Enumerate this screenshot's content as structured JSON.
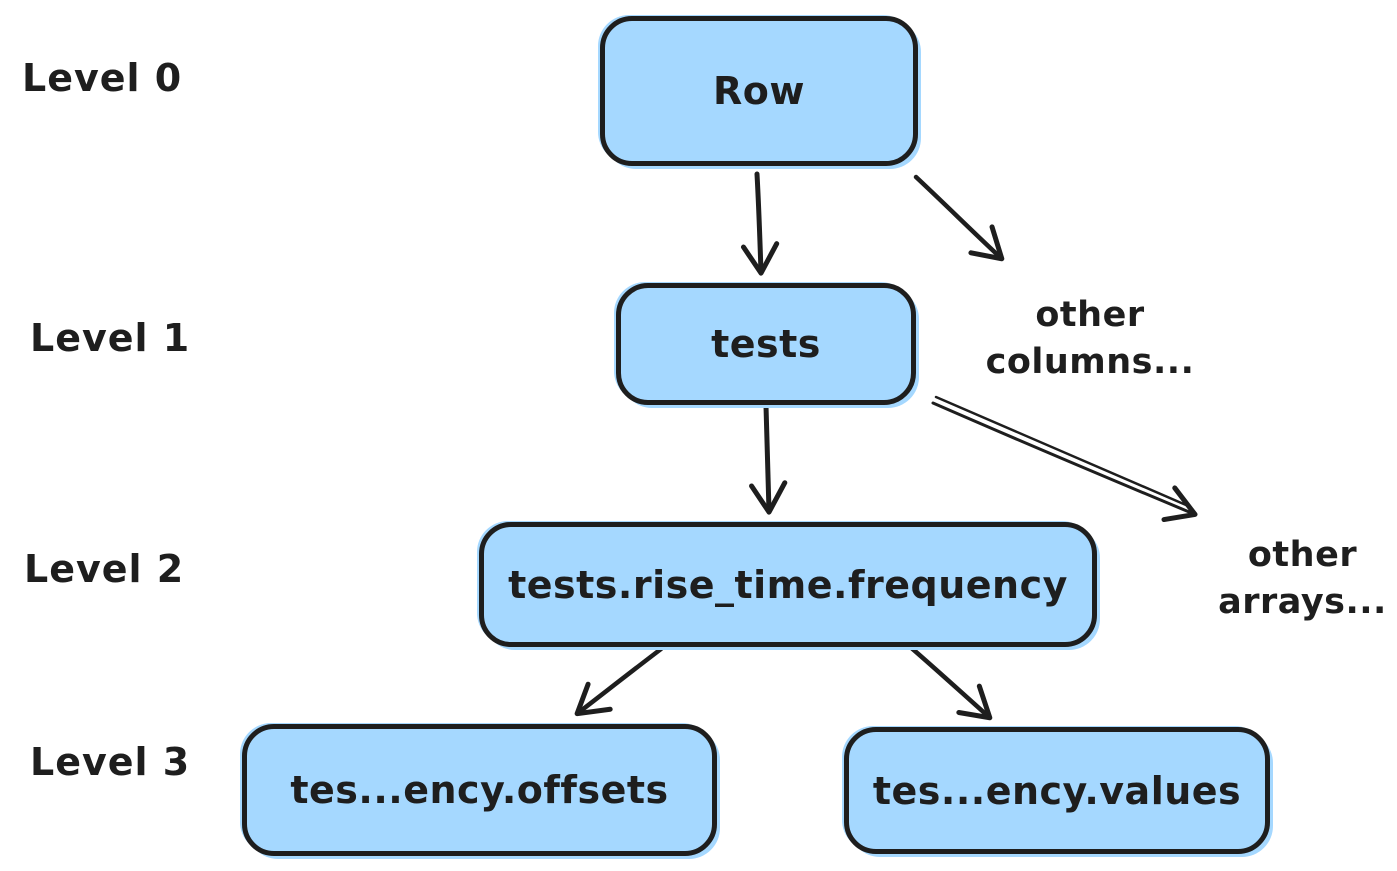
{
  "title": "Nested column tree diagram",
  "colors": {
    "node_fill": "#a5d8ff",
    "stroke": "#1e1e1e",
    "background": "#ffffff"
  },
  "levels": [
    {
      "id": "level-0",
      "label": "Level 0"
    },
    {
      "id": "level-1",
      "label": "Level 1"
    },
    {
      "id": "level-2",
      "label": "Level 2"
    },
    {
      "id": "level-3",
      "label": "Level 3"
    }
  ],
  "nodes": [
    {
      "id": "row",
      "label": "Row",
      "level": 0
    },
    {
      "id": "tests",
      "label": "tests",
      "level": 1
    },
    {
      "id": "frequency",
      "label": "tests.rise_time.frequency",
      "level": 2
    },
    {
      "id": "offsets",
      "label": "tes...ency.offsets",
      "level": 3
    },
    {
      "id": "values",
      "label": "tes...ency.values",
      "level": 3
    }
  ],
  "annotations": [
    {
      "id": "other-columns",
      "lines": [
        "other",
        "columns..."
      ],
      "level": 1
    },
    {
      "id": "other-arrays",
      "lines": [
        "other",
        "arrays..."
      ],
      "level": 2
    }
  ],
  "edges": [
    {
      "from": "row",
      "to": "tests"
    },
    {
      "from": "row",
      "to": "other-columns"
    },
    {
      "from": "tests",
      "to": "frequency"
    },
    {
      "from": "tests",
      "to": "other-arrays"
    },
    {
      "from": "frequency",
      "to": "offsets"
    },
    {
      "from": "frequency",
      "to": "values"
    }
  ]
}
